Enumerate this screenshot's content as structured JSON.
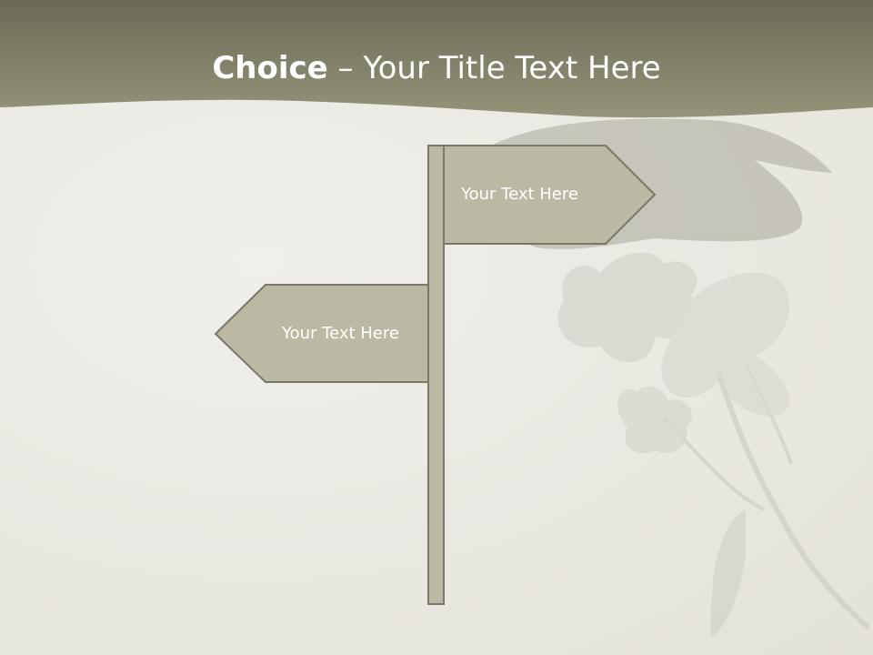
{
  "slide": {
    "title_bold": "Choice",
    "title_rest": " – Your Title Text Here",
    "signs": [
      {
        "label": "Your Text Here",
        "direction": "right"
      },
      {
        "label": "Your Text Here",
        "direction": "left"
      }
    ]
  },
  "colors": {
    "header_band": "#7d7b64",
    "sign_fill": "#bbb9a3",
    "sign_stroke": "#7a7866",
    "text": "#ffffff"
  },
  "icons": {
    "background_art": "flower-silhouette-icon"
  }
}
